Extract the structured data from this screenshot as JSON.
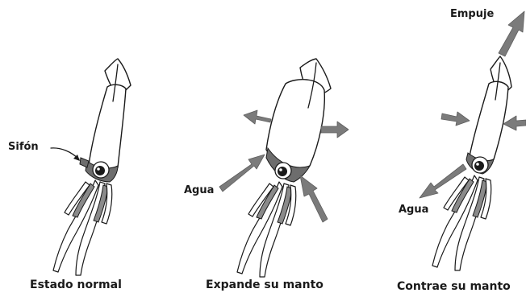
{
  "labels": {
    "siphon": "Sifón",
    "water_in": "Agua",
    "water_out": "Agua",
    "thrust": "Empuje"
  },
  "captions": {
    "normal": "Estado normal",
    "expand": "Expande su manto",
    "contract": "Contrae su manto"
  },
  "colors": {
    "arrow": "#7b7b7b",
    "outline": "#1a1a1a",
    "fill": "#ffffff"
  }
}
